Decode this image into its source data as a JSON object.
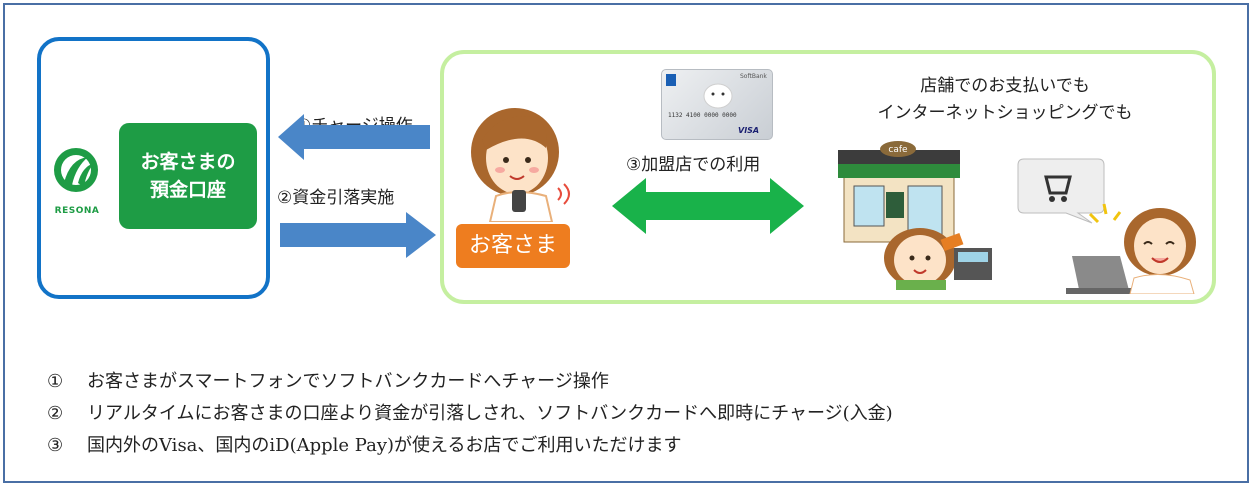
{
  "bank": {
    "logo_text": "RESONA",
    "account_line1": "お客さまの",
    "account_line2": "預金口座",
    "brand_color": "#1e9c45",
    "border_color": "#1273c7"
  },
  "flow": {
    "charge_label": "①チャージ操作",
    "withdraw_label": "②資金引落実施",
    "usage_label": "③加盟店での利用",
    "arrow_color_blue": "#4a86c8",
    "arrow_color_green": "#19b24a"
  },
  "customer": {
    "badge": "お客さま",
    "badge_color": "#ee7d1f"
  },
  "card": {
    "issuer": "SoftBank",
    "number": "1132 4100 0000 0000",
    "network": "VISA"
  },
  "shop": {
    "line1": "店舗でのお支払いでも",
    "line2": "インターネットショッピングでも",
    "sign": "cafe"
  },
  "notes": [
    {
      "num": "①",
      "text": "お客さまがスマートフォンでソフトバンクカードへチャージ操作"
    },
    {
      "num": "②",
      "text": "リアルタイムにお客さまの口座より資金が引落しされ、ソフトバンクカードへ即時にチャージ(入金)"
    },
    {
      "num": "③",
      "text": "国内外のVisa、国内のiD(Apple Pay)が使えるお店でご利用いただけます"
    }
  ]
}
